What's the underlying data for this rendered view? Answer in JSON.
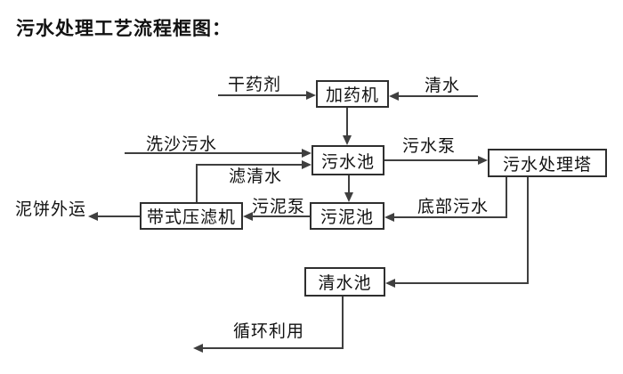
{
  "title": "污水处理工艺流程框图：",
  "nodes": {
    "dosing_machine": "加药机",
    "sewage_pool": "污水池",
    "treatment_tower": "污水处理塔",
    "sludge_pool": "污泥池",
    "belt_filter_press": "带式压滤机",
    "clean_water_pool": "清水池"
  },
  "edge_labels": {
    "dry_chemical": "干药剂",
    "clean_water": "清水",
    "sand_washing_sewage": "洗沙污水",
    "sewage_pump": "污水泵",
    "filtered_water": "滤清水",
    "sludge_pump": "污泥泵",
    "bottom_sewage": "底部污水",
    "mud_cake_out": "泥饼外运",
    "recycle": "循环利用"
  },
  "colors": {
    "line": "#3f3f3f",
    "box_border": "#2f2f2f",
    "text": "#111111",
    "background": "#ffffff"
  }
}
